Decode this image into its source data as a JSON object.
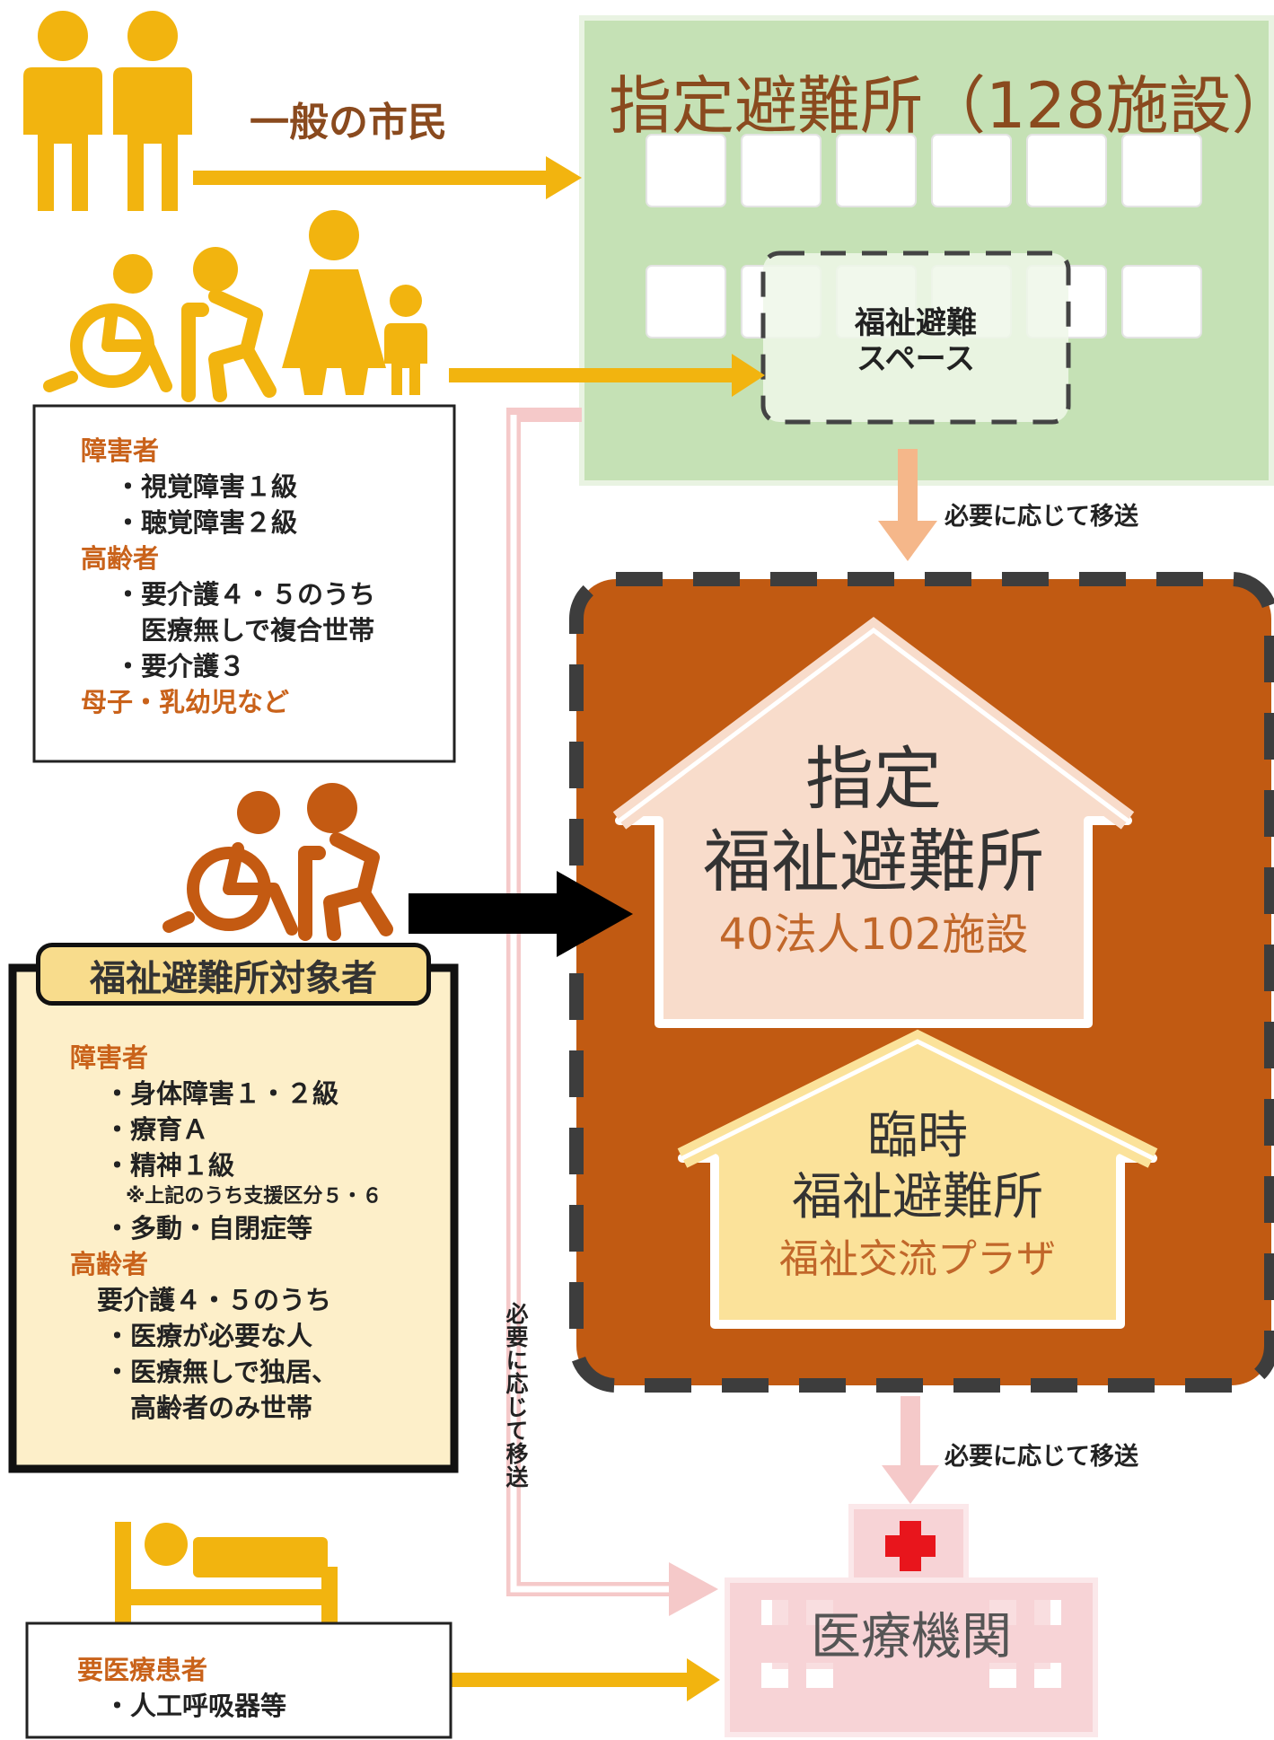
{
  "general_citizens_label": "一般の市民",
  "shelter": {
    "title": "指定避難所（128施設）",
    "welfare_space": [
      "福祉避難",
      "スペース"
    ]
  },
  "transfer_label": "必要に応じて移送",
  "vulnerable_box": {
    "groups": [
      {
        "heading": "障害者",
        "items": [
          "・視覚障害１級",
          "・聴覚障害２級"
        ]
      },
      {
        "heading": "高齢者",
        "items": [
          "・要介護４・５のうち",
          "　医療無しで複合世帯",
          "・要介護３"
        ]
      },
      {
        "heading": "母子・乳幼児など",
        "items": []
      }
    ]
  },
  "welfare_target": {
    "title": "福祉避難所対象者",
    "lines": [
      {
        "text": "障害者",
        "kind": "heading"
      },
      {
        "text": "・身体障害１・２級",
        "kind": "item"
      },
      {
        "text": "・療育Ａ",
        "kind": "item"
      },
      {
        "text": "・精神１級",
        "kind": "item"
      },
      {
        "text": "※上記のうち支援区分５・６",
        "kind": "note"
      },
      {
        "text": "・多動・自閉症等",
        "kind": "item"
      },
      {
        "text": "高齢者",
        "kind": "heading"
      },
      {
        "text": "要介護４・５のうち",
        "kind": "item"
      },
      {
        "text": "・医療が必要な人",
        "kind": "item"
      },
      {
        "text": "・医療無しで独居、",
        "kind": "item"
      },
      {
        "text": "　高齢者のみ世帯",
        "kind": "item"
      }
    ]
  },
  "designated_welfare": {
    "line1": "指定",
    "line2": "福祉避難所",
    "count": "40法人102施設"
  },
  "temporary_welfare": {
    "line1": "臨時",
    "line2": "福祉避難所",
    "name": "福祉交流プラザ"
  },
  "medical_patients_box": {
    "heading": "要医療患者",
    "items": [
      "・人工呼吸器等"
    ]
  },
  "medical_institution": "医療機関",
  "colors": {
    "person_gold": "#f2b40f",
    "person_brown": "#c45a12",
    "shelter_green": "#c5e1b5",
    "welfare_area": "#c15a12",
    "house_pink": "#f8dccb",
    "house_yellow": "#fbe29a",
    "hospital_pink": "#f7d3d6",
    "label_brown": "#8a4a1e",
    "dashed_dark": "#3d3d3d"
  },
  "icons": [
    "standing-person-icon",
    "wheelchair-user-icon",
    "elderly-with-cane-icon",
    "parent-child-icon",
    "bed-patient-icon",
    "red-cross-icon"
  ]
}
